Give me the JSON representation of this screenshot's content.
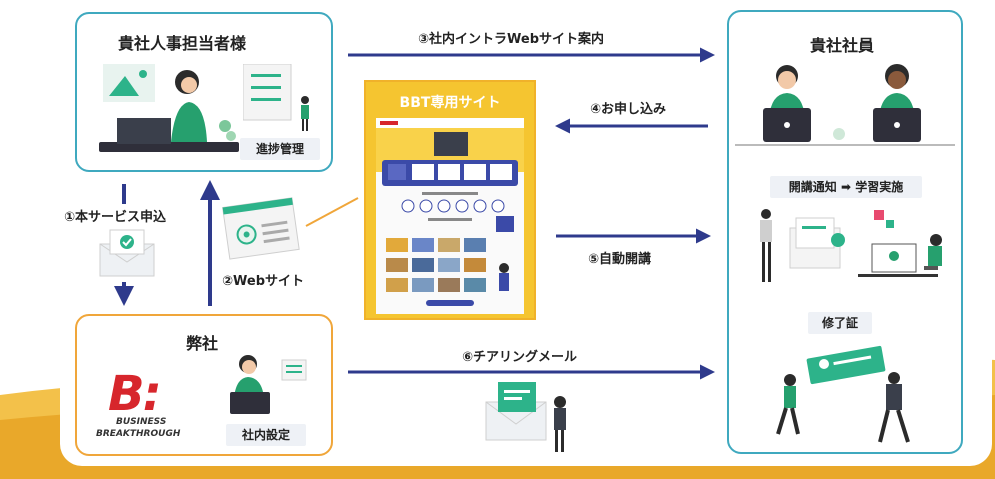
{
  "nodes": {
    "client_hr": {
      "title": "貴社人事担当者様",
      "tag": "進捗管理"
    },
    "employees": {
      "title": "貴社社員",
      "tag_flow": "開講通知 ➡ 学習実施",
      "tag_cert": "修了証"
    },
    "us": {
      "title": "弊社",
      "tag": "社内設定",
      "logo_mark": "B:",
      "logo_line1": "BUSINESS",
      "logo_line2": "BREAKTHROUGH"
    },
    "site": {
      "title": "BBT専用サイト"
    }
  },
  "steps": {
    "s1": "①本サービス申込",
    "s2": "②Webサイト",
    "s3": "③社内イントラWebサイト案内",
    "s4": "④お申し込み",
    "s5": "⑤自動開講",
    "s6": "⑥チアリングメール"
  },
  "colors": {
    "arrow": "#2e3a8c",
    "accent_teal": "#3fa9bf",
    "accent_orange": "#f0a63a",
    "site_yellow": "#f5c530",
    "figure_green": "#26a06e",
    "brand_red": "#d7262c"
  }
}
